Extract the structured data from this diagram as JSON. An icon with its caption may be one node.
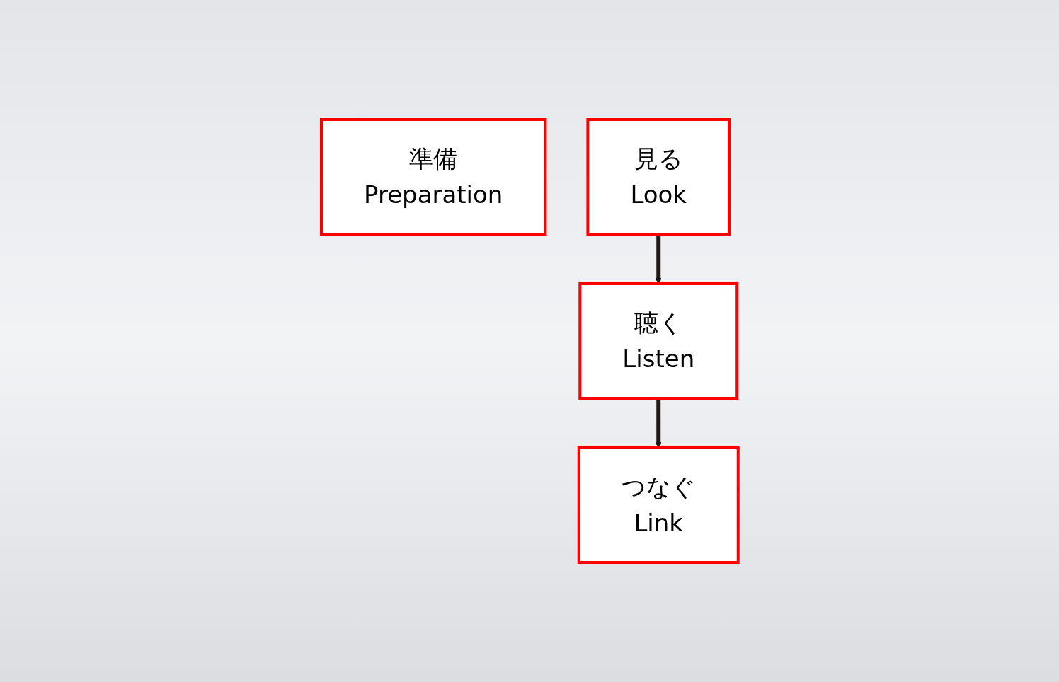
{
  "diagram": {
    "nodes": [
      {
        "text": [
          "準備",
          "Preparation"
        ]
      },
      {
        "text": [
          "見る",
          "Look"
        ]
      },
      {
        "text": [
          "聴く",
          "Listen"
        ]
      },
      {
        "text": [
          "つなぐ",
          "Link"
        ]
      }
    ],
    "edges": [
      {
        "from": 1,
        "to": 2,
        "arrow": "to"
      },
      {
        "from": 2,
        "to": 3,
        "arrow": "to"
      }
    ]
  }
}
